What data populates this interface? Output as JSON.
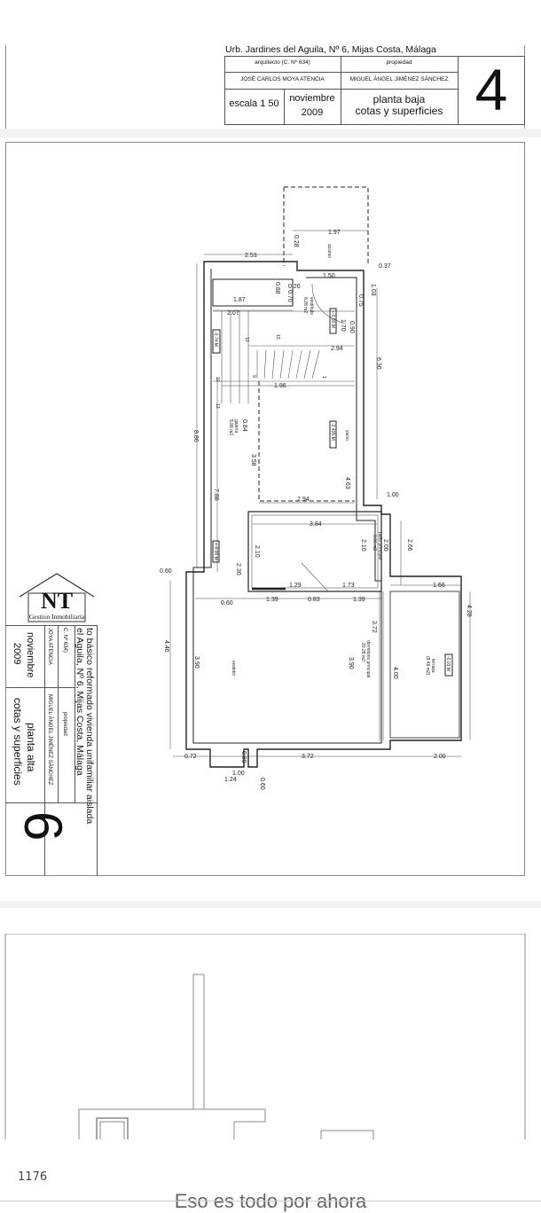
{
  "sheet4": {
    "address": "Urb. Jardines del Aguila, Nº 6, Mijas Costa, Málaga",
    "architect_label": "arquitecto (C. Nº 634)",
    "owner_label": "propiedad",
    "architect": "JOSÉ CARLOS MOYA ATENCIA",
    "owner": "MIGUEL ÁNGEL JIMÉNEZ SÁNCHEZ",
    "scale": "escala 1 50",
    "date_month": "noviembre",
    "date_year": "2009",
    "title_line1": "planta baja",
    "title_line2": "cotas y superficies",
    "sheet_number": "4"
  },
  "sheet6": {
    "project_line1": "to básico reformado vivienda unifamiliar aislada",
    "project_line2": "el Aguila, Nº 6, Mijas Costa, Málaga",
    "architect_label": "C. Nº 634)",
    "owner_label": "propiedad",
    "architect": "JOYA ATENCIA",
    "owner": "MIGUEL ÁNGEL JIMÉNEZ SÁNCHEZ",
    "date_month": "noviembre",
    "date_year": "2009",
    "title_line1": "planta alta",
    "title_line2": "cotas y superficies",
    "sheet_number": "6",
    "logo_letters": "NT",
    "logo_caption": "Gestion Inmobiliaria"
  },
  "plan": {
    "rooms": {
      "acceso": "acceso",
      "vestibulo": "vestíbulo",
      "vestibulo_area": "8.28 m2",
      "galeria": "galería",
      "galeria_area": "5.88 m2",
      "vacio": "vacío",
      "bano": "baño principal",
      "bano_area": "8.06 m2",
      "dormitorio": "dormitorio principal",
      "dormitorio_area": "20.28 m2",
      "vestidor": "vestidor",
      "terraza": "terraza",
      "terraza_area": "(8.46 m2)"
    },
    "levels": {
      "vestibulo": "+-0.00 M",
      "stair": "-0.74 M",
      "vacio": "-2.405 M",
      "galeria": "+-0.00 M",
      "terraza": "-0.03 M"
    },
    "dims": {
      "d197": "1.97",
      "d028": "0.28",
      "d253": "2.53",
      "d037": "0.37",
      "d150": "1.50",
      "d026": "0.26",
      "d088": "0.88",
      "d070": "0.70",
      "d187": "1.87",
      "d207": "2.07",
      "d103": "1.03",
      "d075": "0.75",
      "d170": "1.70",
      "d090": "0.90",
      "d294a": "2.94",
      "d630": "6.30",
      "d196": "1.96",
      "d886": "8.86",
      "d084": "0.84",
      "d358": "3.58",
      "d463": "4.63",
      "d788": "7.88",
      "d294b": "2.94",
      "d100a": "1.00",
      "d384": "3.84",
      "d210a": "2.10",
      "d200a": "2.00",
      "d210b": "2.10",
      "d266": "2.66",
      "d060a": "0.60",
      "d230": "2.30",
      "d129": "1.29",
      "d173": "1.73",
      "d166": "1.66",
      "d060b": "0.60",
      "d139a": "1.39",
      "d083": "0.83",
      "d139b": "1.39",
      "d372a": "3.72",
      "d446": "4.46",
      "d390a": "3.90",
      "d390b": "3.90",
      "d400": "4.00",
      "d428": "4.28",
      "d072": "0.72",
      "d080": "0.80",
      "d372b": "3.72",
      "d200b": "2.00",
      "d100b": "1.00",
      "d124": "1.24",
      "d060c": "0.60",
      "s10": "10",
      "s13a": "13",
      "s9": "9",
      "s1": "1",
      "s10b": "10",
      "s13b": "13"
    }
  },
  "footer": {
    "count": "1176",
    "end_message": "Eso es todo por ahora"
  }
}
